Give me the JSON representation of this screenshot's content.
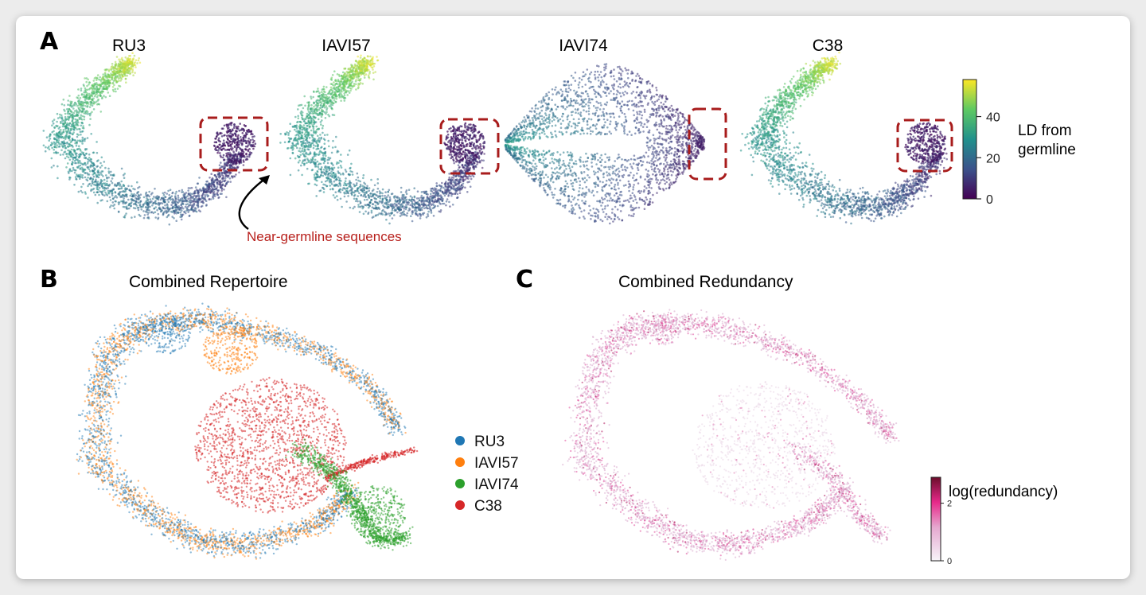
{
  "panels": {
    "a": {
      "letter": "A",
      "titles": [
        "RU3",
        "IAVI57",
        "IAVI74",
        "C38"
      ]
    },
    "b": {
      "letter": "B",
      "title": "Combined Repertoire"
    },
    "c": {
      "letter": "C",
      "title": "Combined Redundancy"
    }
  },
  "annotation": {
    "text": "Near-germline sequences",
    "color": "#b8201c"
  },
  "chart_data": [
    {
      "type": "scatter",
      "panel": "A",
      "subplots": [
        "RU3",
        "IAVI57",
        "IAVI74",
        "C38"
      ],
      "colorbar": {
        "label_line1": "LD from",
        "label_line2": "germline",
        "ticks": [
          0,
          20,
          40
        ],
        "range": [
          0,
          58
        ],
        "colormap": "viridis"
      },
      "highlight": "Near-germline sequences"
    },
    {
      "type": "scatter",
      "panel": "B",
      "title": "Combined Repertoire",
      "series": [
        {
          "name": "RU3",
          "color": "#1f77b4"
        },
        {
          "name": "IAVI57",
          "color": "#ff7f0e"
        },
        {
          "name": "IAVI74",
          "color": "#2ca02c"
        },
        {
          "name": "C38",
          "color": "#d62728"
        }
      ],
      "legend": "right"
    },
    {
      "type": "scatter",
      "panel": "C",
      "title": "Combined Redundancy",
      "colorbar": {
        "label": "log(redundancy)",
        "ticks": [
          0,
          2
        ],
        "range": [
          0,
          2.9
        ],
        "colormap": "pink-to-crimson"
      }
    }
  ]
}
